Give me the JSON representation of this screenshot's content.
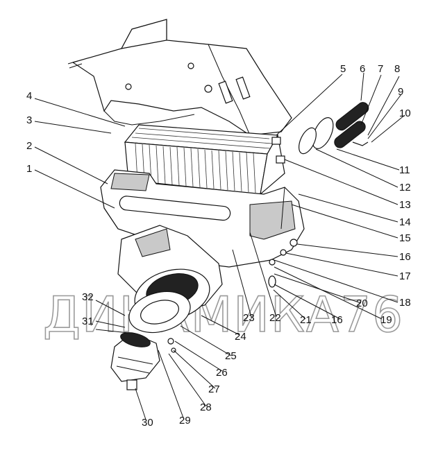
{
  "watermark": "ДИНАМИКА76",
  "callouts": [
    "1",
    "2",
    "3",
    "4",
    "5",
    "6",
    "7",
    "8",
    "9",
    "10",
    "11",
    "12",
    "13",
    "14",
    "15",
    "16",
    "17",
    "18",
    "19",
    "20",
    "21",
    "16",
    "22",
    "23",
    "24",
    "25",
    "26",
    "27",
    "28",
    "29",
    "30",
    "31",
    "32"
  ],
  "colors": {
    "line": "#111111",
    "watermark": "#9a9a9a",
    "background": "#ffffff"
  }
}
